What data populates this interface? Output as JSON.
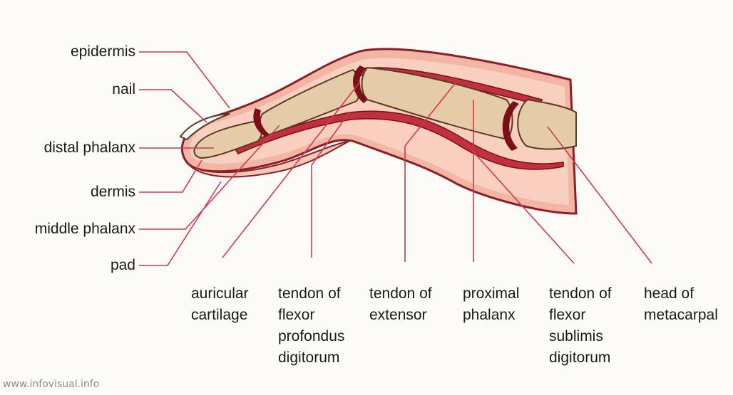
{
  "left_labels": [
    {
      "key": "epidermis",
      "text": "epidermis"
    },
    {
      "key": "nail",
      "text": "nail"
    },
    {
      "key": "distal_phalanx",
      "text": "distal phalanx"
    },
    {
      "key": "dermis",
      "text": "dermis"
    },
    {
      "key": "middle_phalanx",
      "text": "middle phalanx"
    },
    {
      "key": "pad",
      "text": "pad"
    }
  ],
  "bottom_labels": [
    {
      "key": "auricular_cartilage",
      "lines": [
        "auricular",
        "cartilage"
      ]
    },
    {
      "key": "tendon_flexor_profondus",
      "lines": [
        "tendon of",
        "flexor",
        "profondus",
        "digitorum"
      ]
    },
    {
      "key": "tendon_extensor",
      "lines": [
        "tendon of",
        "extensor"
      ]
    },
    {
      "key": "proximal_phalanx",
      "lines": [
        "proximal",
        "phalanx"
      ]
    },
    {
      "key": "tendon_flexor_sublimis",
      "lines": [
        "tendon of",
        "flexor",
        "sublimis",
        "digitorum"
      ]
    },
    {
      "key": "head_metacarpal",
      "lines": [
        "head of",
        "metacarpal"
      ]
    }
  ],
  "watermark": "www.infovisual.info",
  "colors": {
    "leader_line": "#d4374f",
    "skin_outline": "#8b1e26",
    "dermis": "#f3b5a3",
    "pad": "#f7c9b9",
    "bone_fill": "#e6cba9",
    "bone_outline": "#5a3a22",
    "cartilage": "#7a0f18",
    "tendon": "#c0303f"
  }
}
